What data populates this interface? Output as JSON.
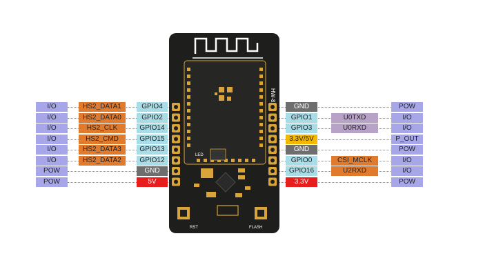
{
  "colors": {
    "io": "#a6a6e8",
    "hs2": "#e07a2c",
    "gpio": "#a8dce6",
    "gnd": "#6e6e6e",
    "power": "#e81e1e",
    "v33v5": "#f5b800",
    "uart": "#b8a2c8",
    "pcb": "#1e1e1c",
    "pad": "#d9a53a"
  },
  "board": {
    "model": "HW-818",
    "led_label": "LED",
    "rst_label": "RST",
    "flash_label": "FLASH"
  },
  "left_pins": [
    {
      "func": "I/O",
      "alt": "HS2_DATA1",
      "gpio": "GPIO4"
    },
    {
      "func": "I/O",
      "alt": "HS2_DATA0",
      "gpio": "GPIO2"
    },
    {
      "func": "I/O",
      "alt": "HS2_CLK",
      "gpio": "GPIO14"
    },
    {
      "func": "I/O",
      "alt": "HS2_CMD",
      "gpio": "GPIO15"
    },
    {
      "func": "I/O",
      "alt": "HS2_DATA3",
      "gpio": "GPIO13"
    },
    {
      "func": "I/O",
      "alt": "HS2_DATA2",
      "gpio": "GPIO12"
    },
    {
      "func": "POW",
      "alt": "",
      "gpio": "GND"
    },
    {
      "func": "POW",
      "alt": "",
      "gpio": "5V"
    }
  ],
  "right_pins": [
    {
      "pin": "GND",
      "alt": "",
      "func": "POW"
    },
    {
      "pin": "GPIO1",
      "alt": "U0TXD",
      "func": "I/O"
    },
    {
      "pin": "GPIO3",
      "alt": "U0RXD",
      "func": "I/O"
    },
    {
      "pin": "3.3V/5V",
      "alt": "",
      "func": "P_OUT"
    },
    {
      "pin": "GND",
      "alt": "",
      "func": "POW"
    },
    {
      "pin": "GPIO0",
      "alt": "CSI_MCLK",
      "func": "I/O"
    },
    {
      "pin": "GPIO16",
      "alt": "U2RXD",
      "func": "I/O"
    },
    {
      "pin": "3.3V",
      "alt": "",
      "func": "POW"
    }
  ]
}
